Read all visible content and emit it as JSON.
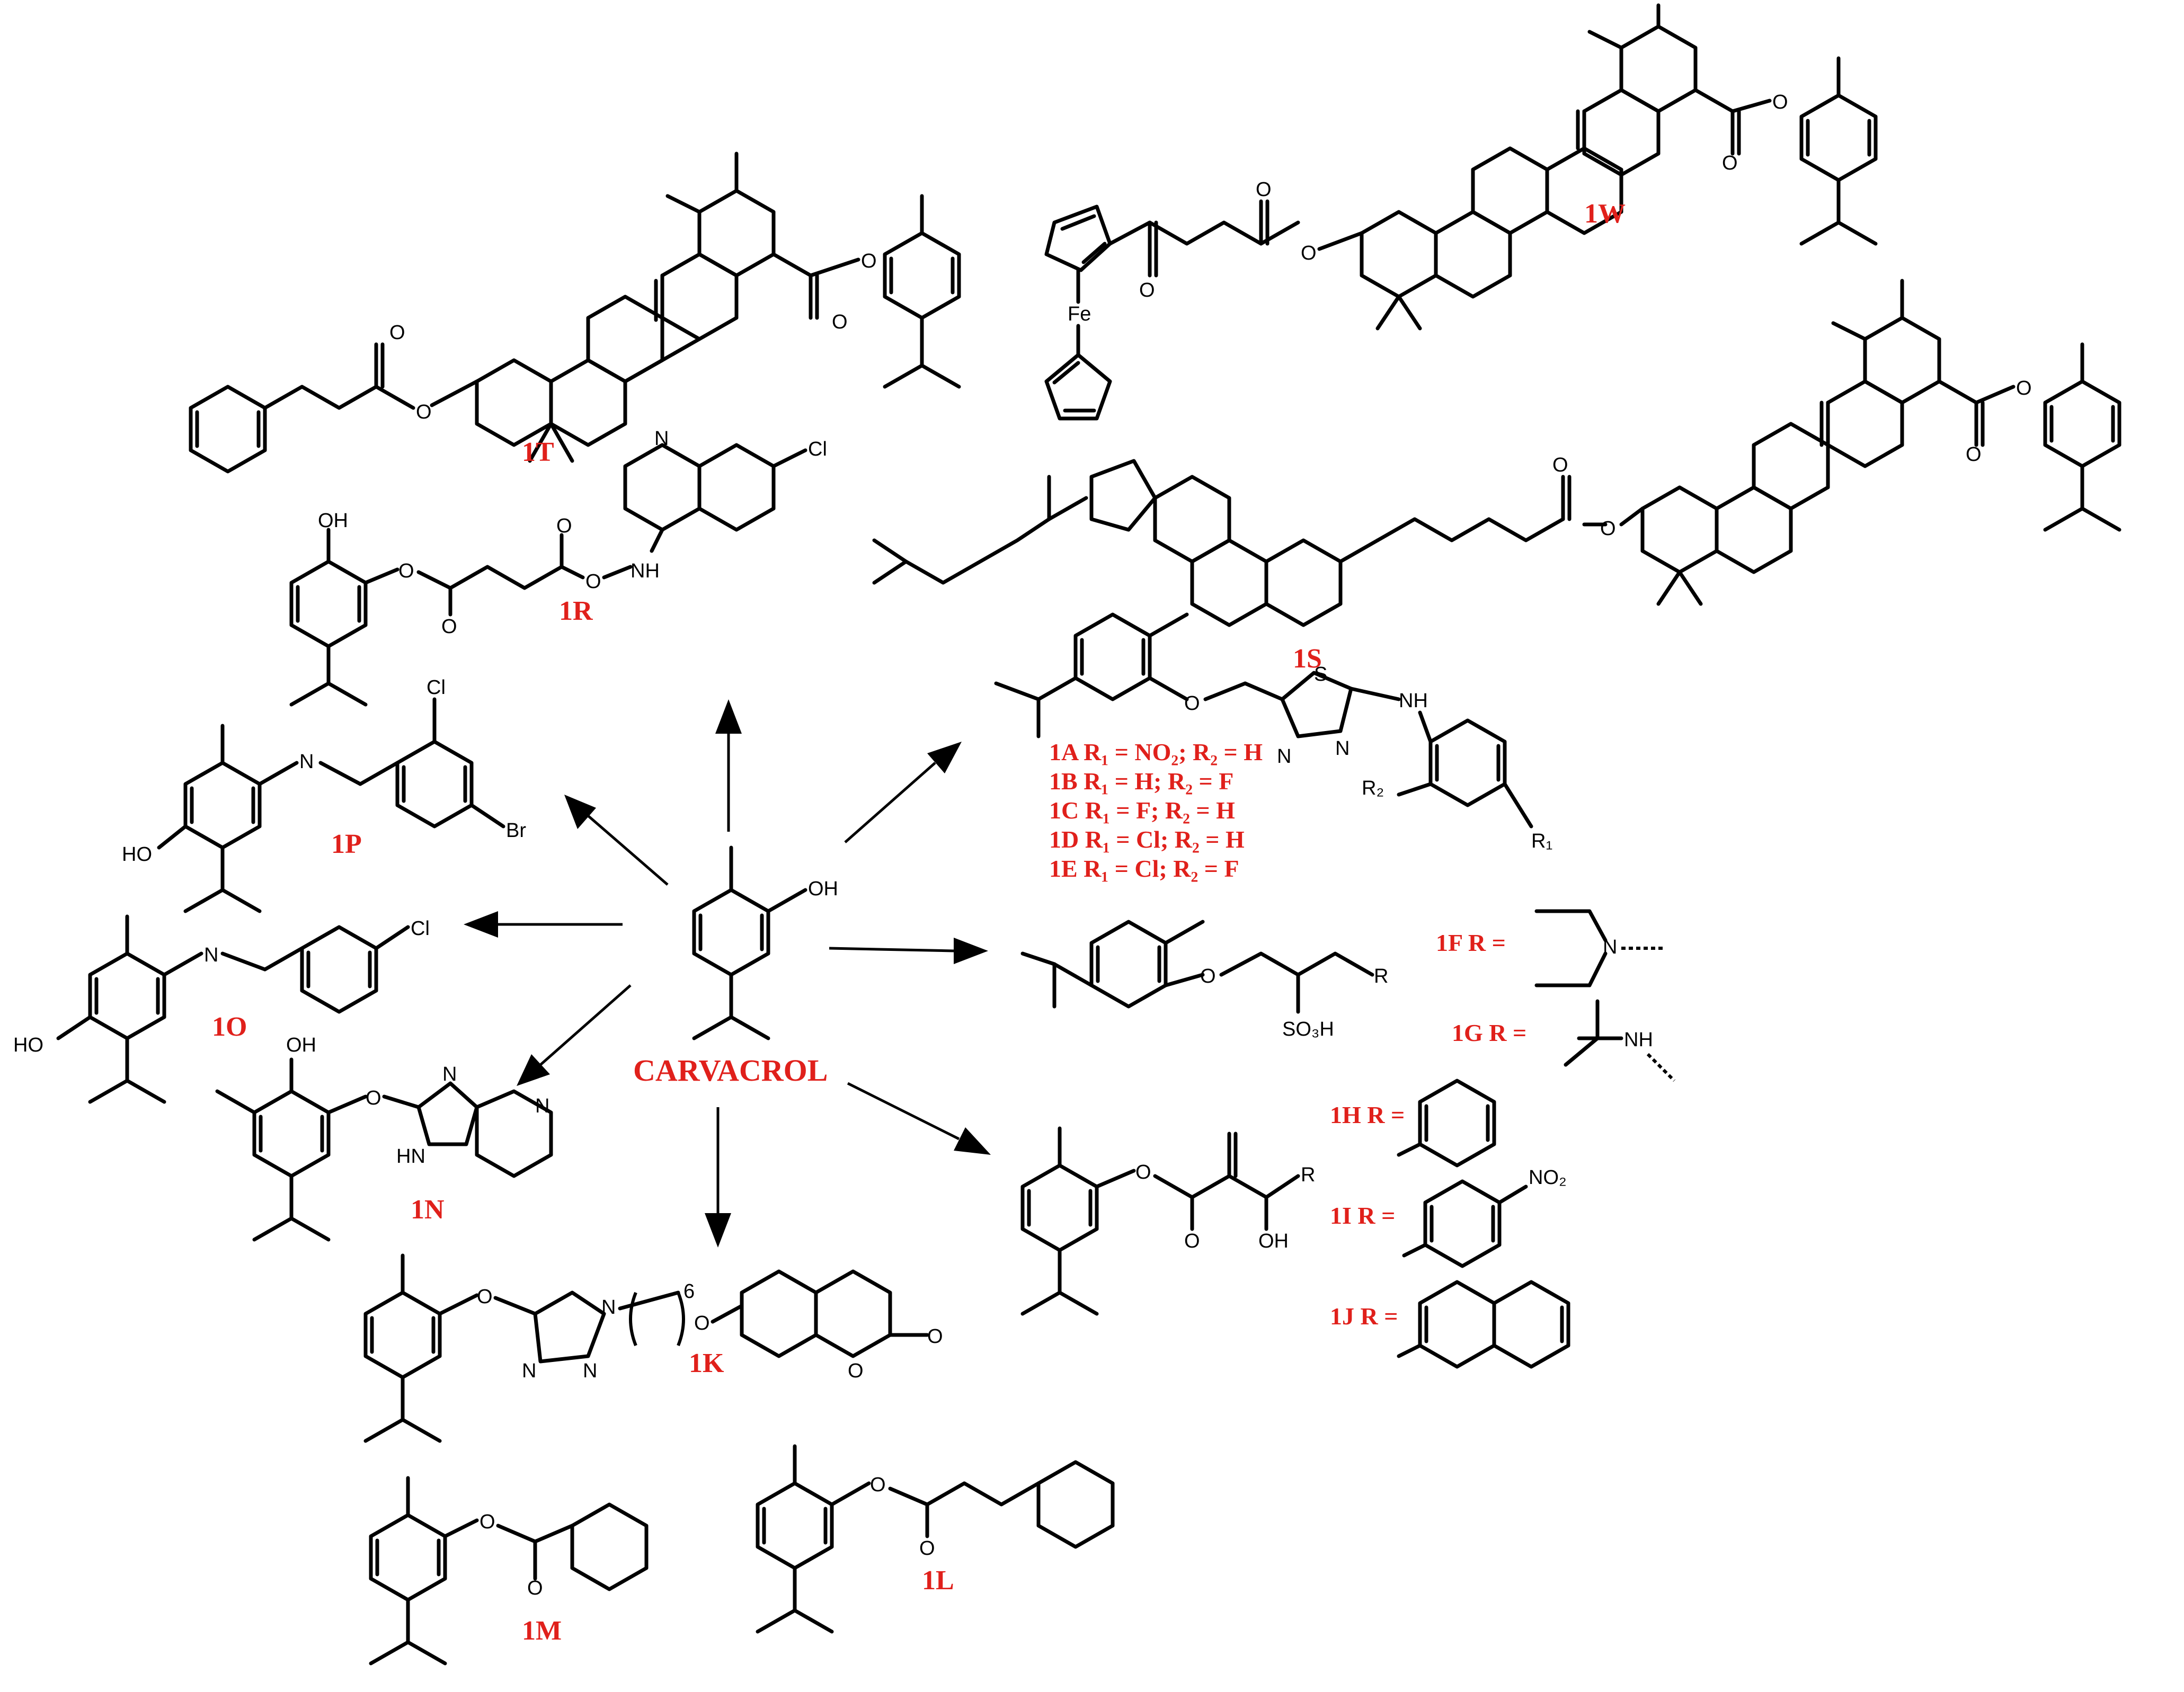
{
  "colors": {
    "label": "#e0201b",
    "structure": "#000000",
    "background": "#ffffff"
  },
  "center_label": "CARVACROL",
  "compound_ids": {
    "1T": "1T",
    "1W": "1W",
    "1S": "1S",
    "1R": "1R",
    "1P": "1P",
    "1O": "1O",
    "1N": "1N",
    "1K": "1K",
    "1L": "1L",
    "1M": "1M"
  },
  "substituent_table_1A_1E": [
    "1A  R₁ = NO₂; R₂ = H",
    "1B  R₁ = H; R₂ = F",
    "1C  R₁ = F; R₂ = H",
    "1D  R₁ = Cl; R₂ = H",
    "1E  R₁ = Cl; R₂ = F"
  ],
  "r_group_labels": {
    "1F": "1F  R =",
    "1G": "1G  R =",
    "1H": "1H  R =",
    "1I": "1I  R =",
    "1J": "1J  R ="
  },
  "atoms": {
    "oh": "OH",
    "ho": "HO",
    "o": "O",
    "n": "N",
    "s": "S",
    "nh": "NH",
    "hn": "HN",
    "cl": "Cl",
    "br": "Br",
    "fe": "Fe",
    "no2": "NO₂",
    "so3h": "SO₃H",
    "r": "R",
    "r1": "R₁",
    "r2": "R₂",
    "six": "6"
  }
}
